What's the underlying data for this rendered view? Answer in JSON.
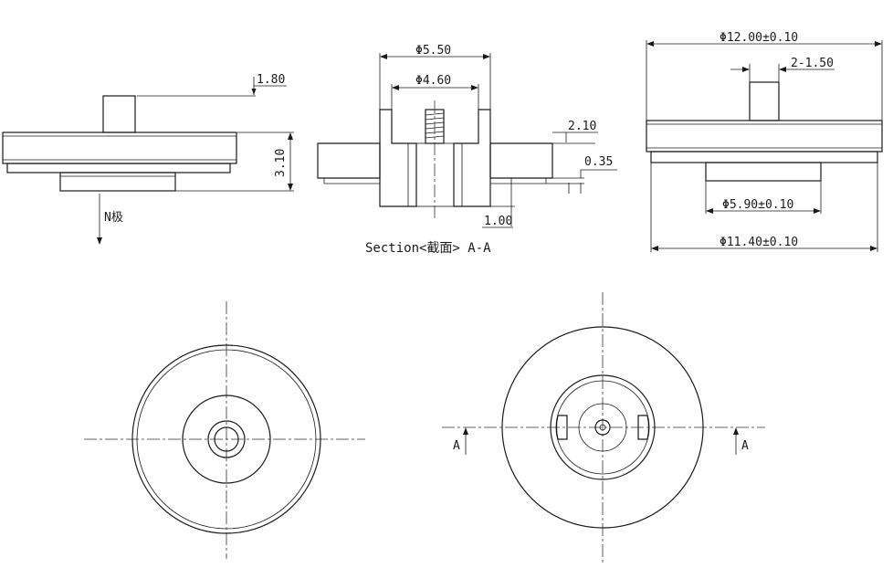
{
  "front_view": {
    "dim_pin_height": "1.80",
    "dim_total_height": "3.10",
    "pole_label": "N极"
  },
  "section_view": {
    "dim_outer_bore": "Φ5.50",
    "dim_inner_bore": "Φ4.60",
    "dim_wall": "2.10",
    "dim_step": "0.35",
    "dim_base": "1.00",
    "caption": "Section<截面>  A-A"
  },
  "side_view": {
    "dim_overall_dia": "Φ12.00±0.10",
    "dim_pins": "2-1.50",
    "dim_boss_dia": "Φ5.90±0.10",
    "dim_base_dia": "Φ11.40±0.10"
  },
  "bottom_right_view": {
    "section_mark_left": "A",
    "section_mark_right": "A"
  }
}
